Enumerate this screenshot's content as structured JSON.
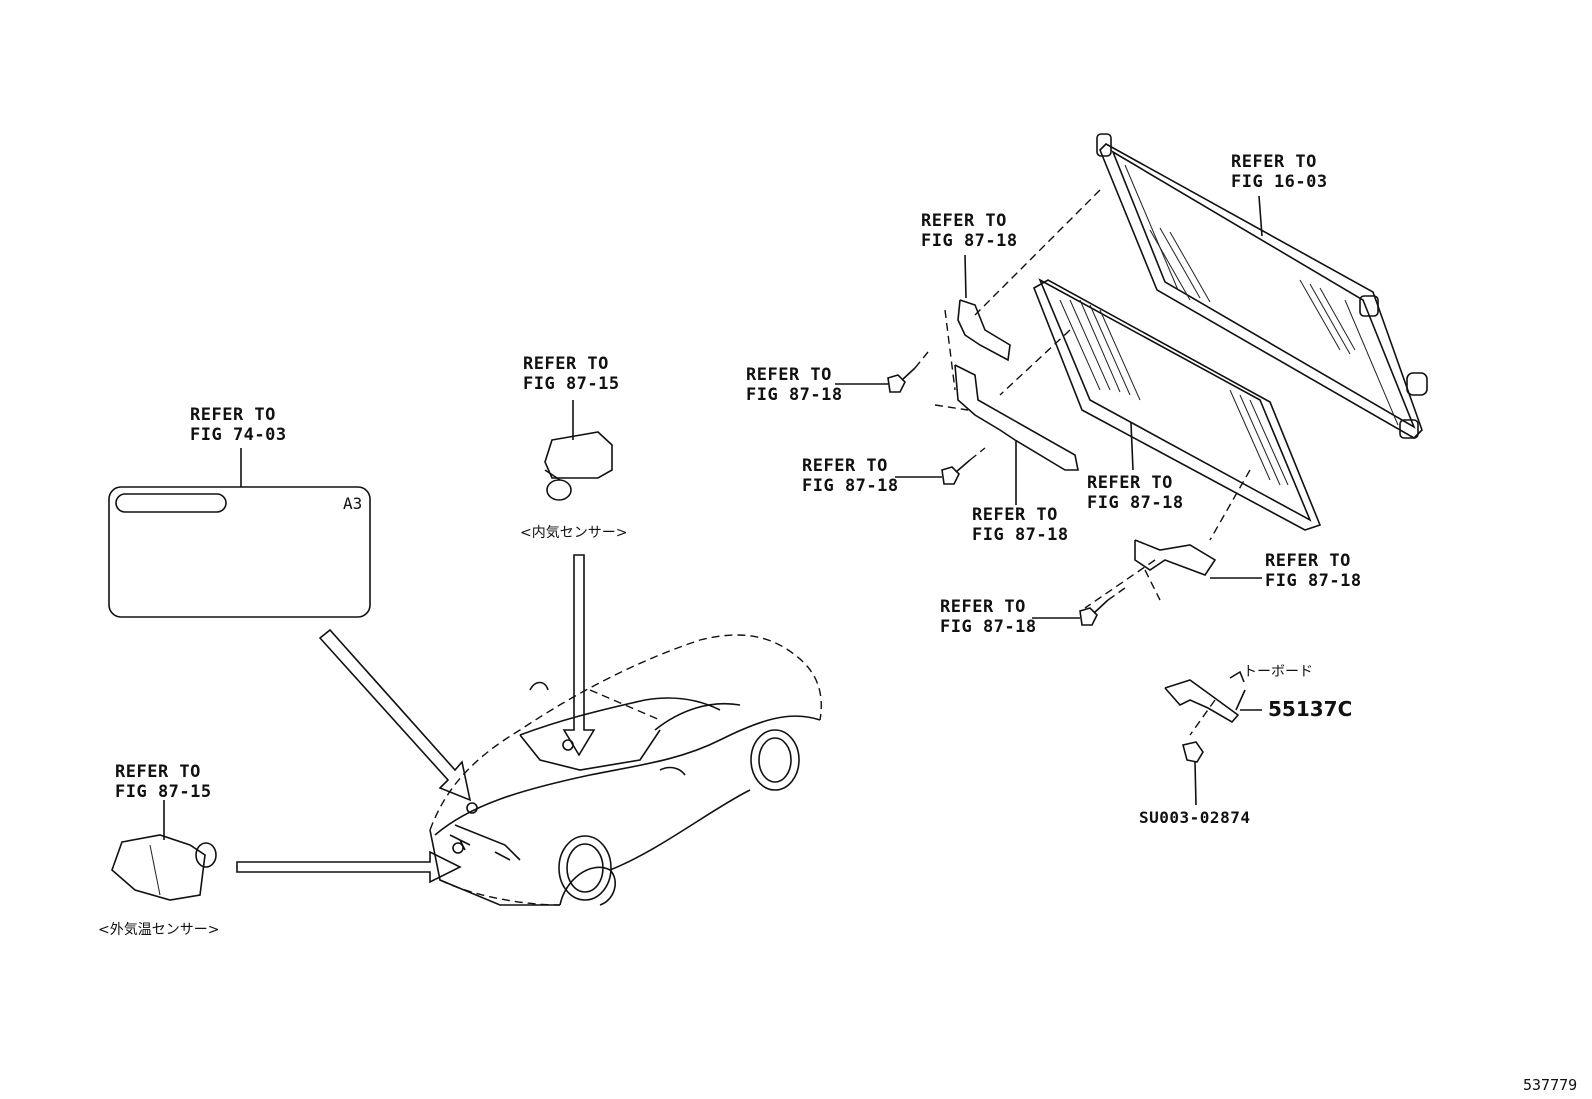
{
  "refs": {
    "r_radiator": {
      "l1": "REFER TO",
      "l2": "FIG 16-03"
    },
    "r_bracket_top": {
      "l1": "REFER TO",
      "l2": "FIG 87-18"
    },
    "r_bolt1": {
      "l1": "REFER TO",
      "l2": "FIG 87-18"
    },
    "r_bolt2": {
      "l1": "REFER TO",
      "l2": "FIG 87-18"
    },
    "r_bracket_mid": {
      "l1": "REFER TO",
      "l2": "FIG 87-18"
    },
    "r_condenser": {
      "l1": "REFER TO",
      "l2": "FIG 87-18"
    },
    "r_bracket_low": {
      "l1": "REFER TO",
      "l2": "FIG 87-18"
    },
    "r_bolt3": {
      "l1": "REFER TO",
      "l2": "FIG 87-18"
    },
    "r_inner_sensor": {
      "l1": "REFER TO",
      "l2": "FIG 87-15"
    },
    "r_label": {
      "l1": "REFER TO",
      "l2": "FIG 74-03"
    },
    "r_outer_sensor": {
      "l1": "REFER TO",
      "l2": "FIG 87-15"
    }
  },
  "captions": {
    "inner_sensor": "<内気センサー>",
    "outer_sensor": "<外気温センサー>",
    "toboard": "トーボード"
  },
  "label_plate": {
    "code": "A3"
  },
  "parts": {
    "main": "55137C",
    "sub": "SU003-02874"
  },
  "figure_id": "537779"
}
